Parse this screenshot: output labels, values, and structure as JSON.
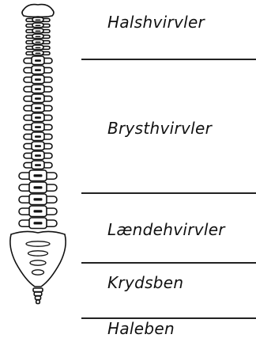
{
  "regions": [
    {
      "label": "Halshvirvler"
    },
    {
      "label": "Brysthvirvler"
    },
    {
      "label": "Lændehvirvler"
    },
    {
      "label": "Krydsben"
    },
    {
      "label": "Haleben"
    }
  ]
}
